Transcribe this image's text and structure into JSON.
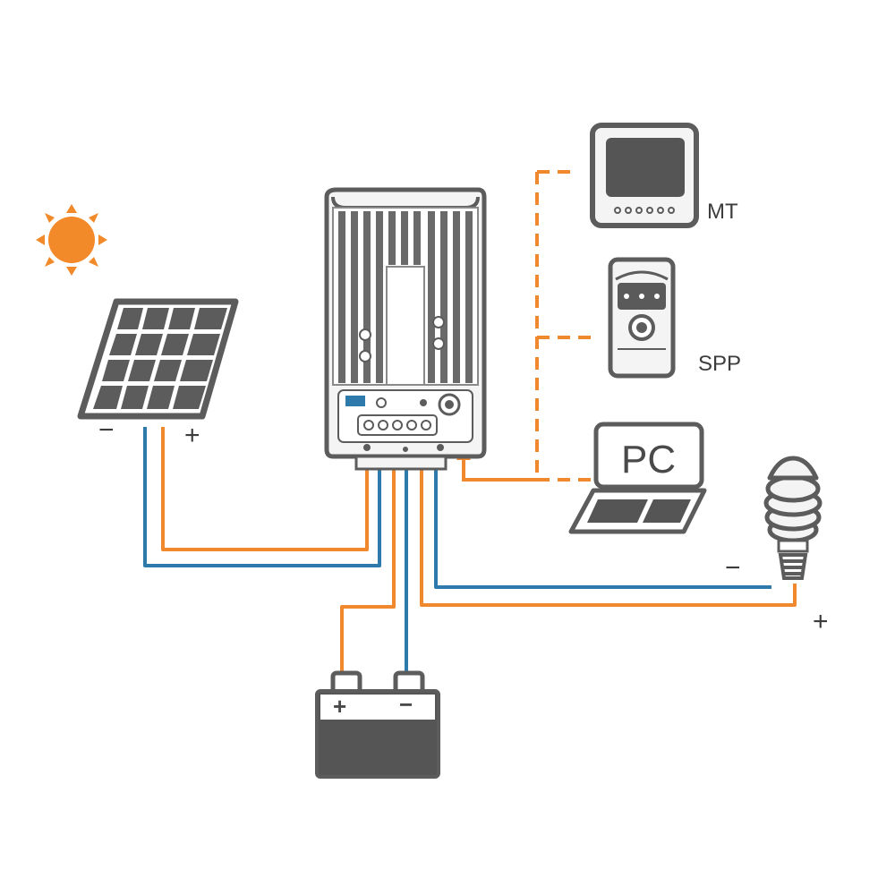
{
  "labels": {
    "mt": "MT",
    "spp": "SPP",
    "pc": "PC",
    "panel_minus": "−",
    "panel_plus": "+",
    "load_minus": "−",
    "load_plus": "+",
    "battery_plus": "+",
    "battery_minus": "−"
  },
  "colors": {
    "positive_wire": "#f0882e",
    "negative_wire": "#2e7bab",
    "comm_line": "#f0882e",
    "sun": "#f28a2a",
    "device_outline": "#5c5c5c",
    "device_fill": "#f2f2f2",
    "dark_fill": "#555555"
  },
  "icons": [
    "sun-icon",
    "solar-panel-icon",
    "charge-controller-icon",
    "mt-meter-icon",
    "spp-device-icon",
    "pc-laptop-icon",
    "bulb-load-icon",
    "battery-icon"
  ]
}
